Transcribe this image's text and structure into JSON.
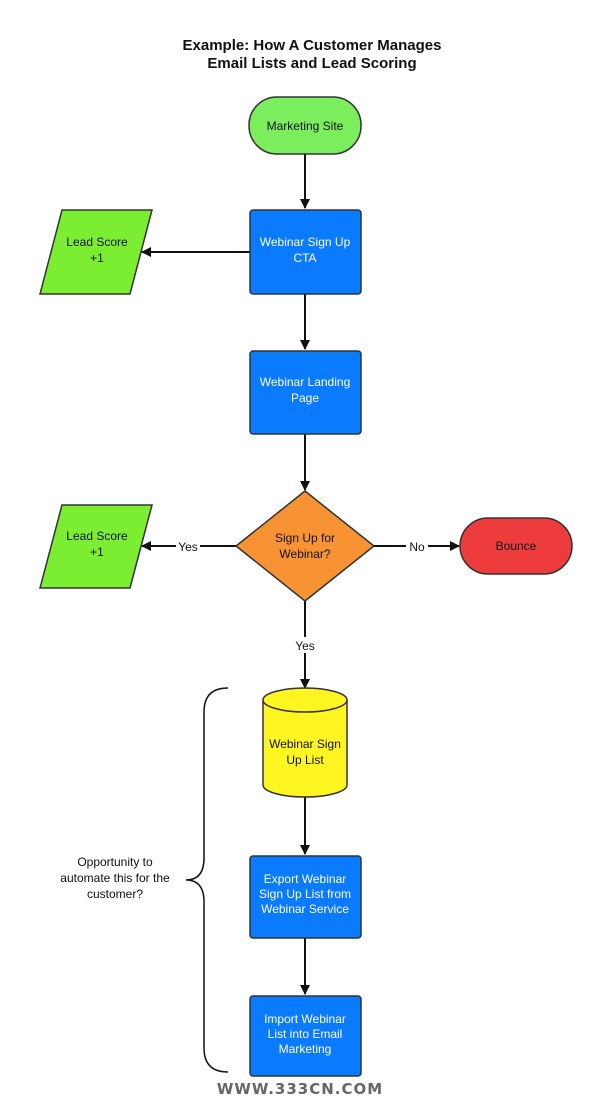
{
  "title": {
    "line1": "Example: How A Customer Manages",
    "line2": "Email Lists and Lead Scoring"
  },
  "colors": {
    "terminator_green": "#7BEE5E",
    "process_blue": "#0A7BFF",
    "decision_orange": "#F79332",
    "bounce_red": "#EE3B3B",
    "database_yellow": "#FFF520",
    "lead_score_green": "#7BEE32"
  },
  "nodes": {
    "marketing_site": {
      "line1": "Marketing Site"
    },
    "webinar_signup_cta": {
      "line1": "Webinar Sign Up",
      "line2": "CTA"
    },
    "lead_score_1": {
      "line1": "Lead Score",
      "line2": "+1"
    },
    "webinar_landing_page": {
      "line1": "Webinar Landing",
      "line2": "Page"
    },
    "signup_decision": {
      "line1": "Sign Up for",
      "line2": "Webinar?"
    },
    "lead_score_2": {
      "line1": "Lead Score",
      "line2": "+1"
    },
    "bounce": {
      "line1": "Bounce"
    },
    "webinar_signup_list": {
      "line1": "Webinar Sign",
      "line2": "Up List"
    },
    "export_list": {
      "line1": "Export Webinar",
      "line2": "Sign Up List from",
      "line3": "Webinar Service"
    },
    "import_list": {
      "line1": "Import Webinar",
      "line2": "List into Email",
      "line3": "Marketing"
    }
  },
  "edge_labels": {
    "yes_left": "Yes",
    "no_right": "No",
    "yes_down": "Yes"
  },
  "annotation": {
    "line1": "Opportunity to",
    "line2": "automate this for the",
    "line3": "customer?"
  },
  "watermark": "WWW.333CN.COM"
}
